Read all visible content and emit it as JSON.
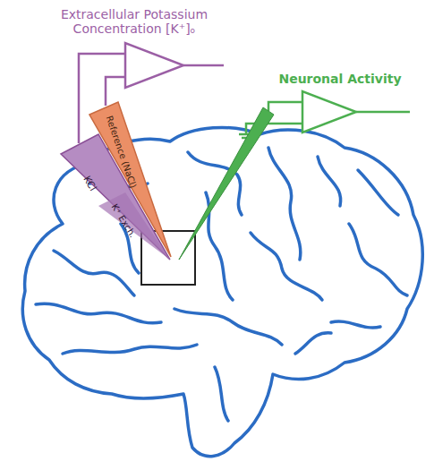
{
  "diagram": {
    "labels": [
      "Extracellular Potassium Concentration [K⁺]ₒ",
      "Neuronal Activity",
      "KCl",
      "Reference (NaCl)",
      "K⁺ Exch."
    ]
  }
}
